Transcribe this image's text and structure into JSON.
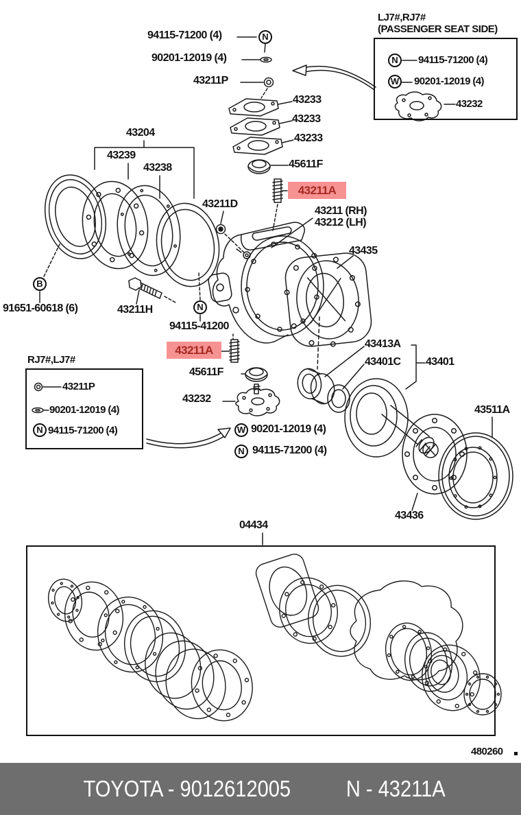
{
  "colors": {
    "highlight_bg": "#F79292",
    "highlight_text": "#A52A22",
    "footer_bg": "#6E6E6E",
    "line": "#1a1a1a"
  },
  "footer": {
    "left": "TOYOTA - 9012612005",
    "right": "N - 43211A"
  },
  "page_code": "480260",
  "badges": {
    "n": "N",
    "w": "W",
    "b": "B"
  },
  "boxes": {
    "passenger": {
      "title1": "LJ7#,RJ7#",
      "title2": "(PASSENGER SEAT SIDE)",
      "rows": [
        {
          "badge": "N",
          "label": "94115-71200 (4)"
        },
        {
          "badge": "W",
          "label": "90201-12019 (4)"
        },
        {
          "label": "43232"
        }
      ]
    },
    "driver": {
      "title": "RJ7#,LJ7#",
      "rows": [
        {
          "label": "43211P"
        },
        {
          "label": "90201-12019 (4)"
        },
        {
          "badge": "N",
          "label": "94115-71200 (4)"
        }
      ]
    }
  },
  "callouts": {
    "top_nut": "94115-71200 (4)",
    "top_washer": "90201-12019 (4)",
    "top_plug": "43211P",
    "gasket_1": "43233",
    "gasket_2": "43233",
    "gasket_3": "43233",
    "cap_1": "45611F",
    "stud_1": "43211A",
    "hub_assy": "43204",
    "retainer": "43239",
    "race": "43238",
    "nut_d": "43211D",
    "knuckle_rh": "43211 (RH)",
    "knuckle_lh": "43212 (LH)",
    "spindle": "43435",
    "bolt_b": "91651-60618 (6)",
    "hub_bolt": "43211H",
    "lock_nut": "94115-41200",
    "stud_2": "43211A",
    "cap_2": "45611F",
    "cover": "43232",
    "washer_axle": "90201-12019 (4)",
    "nut_axle": "94115-71200 (4)",
    "bearing": "43413A",
    "seal": "43401C",
    "shaft": "43401",
    "gasket_ring": "43511A",
    "flange": "43436",
    "gasket_kit": "04434"
  }
}
